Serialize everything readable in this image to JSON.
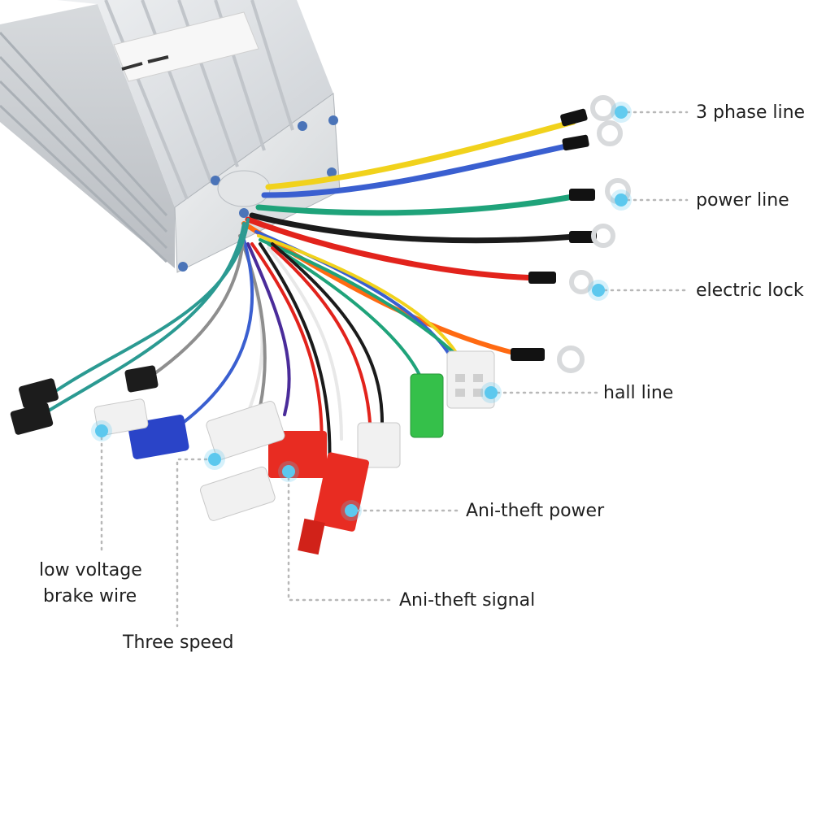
{
  "title": "",
  "colors": {
    "background": "#ffffff",
    "marker": "#5cc9ee",
    "leader": "#b8b8b8",
    "housing": "#d9dce0",
    "label_text": "#1f1f1f",
    "wire_yellow": "#f1d21c",
    "wire_blue": "#3a5fd0",
    "wire_green": "#1fa37a",
    "wire_black": "#1b1b1b",
    "wire_red": "#e2231c",
    "wire_orange": "#ff6a12",
    "wire_teal": "#2b9a92",
    "wire_purple": "#4a2c9a",
    "wire_white": "#f4f4f4",
    "wire_grey": "#8e8e8e",
    "connector_red": "#e82c22",
    "connector_green": "#35c04a",
    "connector_blue": "#2a44c8",
    "connector_white": "#f1f1f1"
  },
  "labels": {
    "three_phase_line": "3 phase line",
    "power_line": "power line",
    "electric_lock": "electric lock",
    "hall_line": "hall line",
    "anti_theft_power": "Ani-theft power",
    "anti_theft_signal": "Ani-theft signal",
    "low_voltage_brake_line1": "low voltage",
    "low_voltage_brake_line2": "brake wire",
    "three_speed": "Three speed"
  }
}
